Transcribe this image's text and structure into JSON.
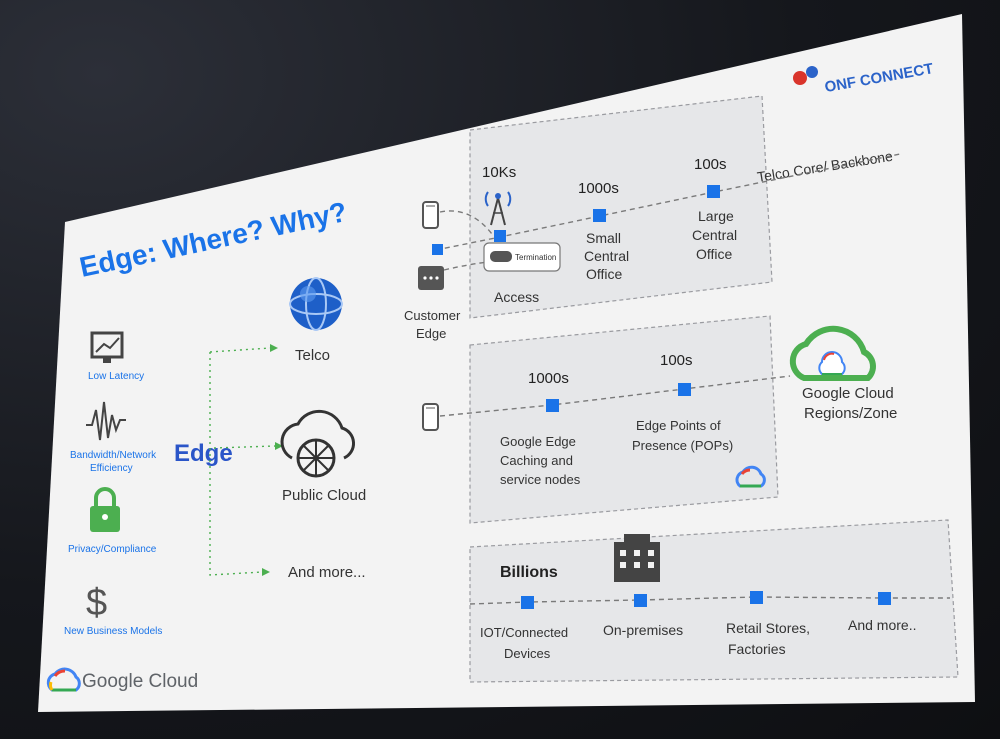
{
  "slide": {
    "title": "Edge: Where? Why?",
    "brand_logo_top": "ONF CONNECT",
    "footer_brand": "Google Cloud",
    "colors": {
      "accent": "#1a73e8",
      "title": "#2a55c8",
      "green": "#4caf50"
    }
  },
  "benefits": [
    {
      "label": "Low Latency",
      "icon": "monitor-chart-icon"
    },
    {
      "label_line1": "Bandwidth/Network",
      "label_line2": "Efficiency",
      "icon": "waveform-icon"
    },
    {
      "label": "Privacy/Compliance",
      "icon": "lock-icon"
    },
    {
      "label": "New Business Models",
      "icon": "dollar-icon"
    }
  ],
  "edge": {
    "label": "Edge",
    "branches": [
      {
        "label": "Telco",
        "icon": "globe-icon"
      },
      {
        "label": "Public Cloud",
        "icon": "cloud-wheel-icon"
      },
      {
        "label": "And more..."
      }
    ]
  },
  "telco_panel": {
    "backbone_label": "Telco Core/ Backbone",
    "customer_edge_line1": "Customer",
    "customer_edge_line2": "Edge",
    "termination_label": "Termination",
    "nodes": [
      {
        "count": "10Ks",
        "label": "Access"
      },
      {
        "count": "1000s",
        "label_line1": "Small",
        "label_line2": "Central",
        "label_line3": "Office"
      },
      {
        "count": "100s",
        "label_line1": "Large",
        "label_line2": "Central",
        "label_line3": "Office"
      }
    ]
  },
  "cloud_panel": {
    "region_line1": "Google Cloud",
    "region_line2": "Regions/Zone",
    "nodes": [
      {
        "count": "1000s",
        "label_line1": "Google Edge",
        "label_line2": "Caching and",
        "label_line3": "service nodes"
      },
      {
        "count": "100s",
        "label_line1": "Edge Points of",
        "label_line2": "Presence (POPs)"
      }
    ]
  },
  "iot_panel": {
    "count": "Billions",
    "nodes": [
      {
        "label_line1": "IOT/Connected",
        "label_line2": "Devices"
      },
      {
        "label_line1": "On-premises"
      },
      {
        "label_line1": "Retail Stores,",
        "label_line2": "Factories"
      },
      {
        "label_line1": "And more.."
      }
    ]
  }
}
